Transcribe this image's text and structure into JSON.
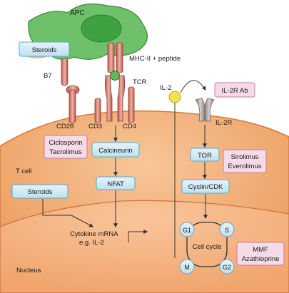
{
  "labels": {
    "apc": "APC",
    "mhc_peptide": "MHC-II + peptide",
    "tcr": "TCR",
    "b7": "B7",
    "cd28": "CD28",
    "cd3": "CD3",
    "cd4": "CD4",
    "il2": "IL-2",
    "il2r": "IL-2R",
    "t_cell": "T cell",
    "nucleus": "Nucleus"
  },
  "drugs": {
    "steroids_top": "Steroids",
    "steroids_mid": "Steroids",
    "ciclosporin": "Ciclosporin",
    "tacrolimus": "Tacrolimus",
    "il2r_ab": "IL-2R Ab",
    "sirolimus": "Sirolimus",
    "everolimus": "Everolimus",
    "mmf": "MMF",
    "azathioprine": "Azathioprine"
  },
  "signaling": {
    "calcineurin": "Calcineurin",
    "nfat": "NFAT",
    "tor": "TOR",
    "cyclin_cdk": "Cyclin/CDK"
  },
  "cytokine": {
    "line1": "Cytokine mRNA",
    "line2": "e.g. IL-2"
  },
  "cell_cycle": {
    "title": "Cell cycle",
    "phases": [
      "G1",
      "S",
      "G2",
      "M"
    ]
  }
}
